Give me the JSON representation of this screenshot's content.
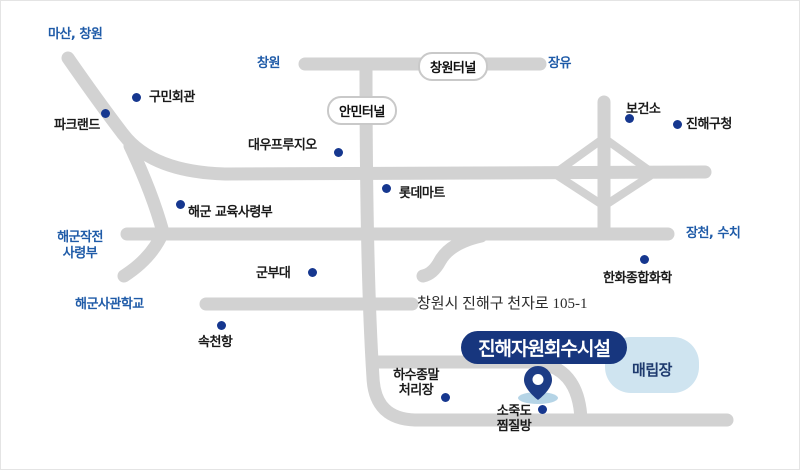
{
  "facility": {
    "name": "진해자원회수시설",
    "address": "창원시 진해구 천자로 105-1"
  },
  "landfill": {
    "label": "매립장"
  },
  "tunnels": [
    {
      "label": "창원터널"
    },
    {
      "label": "안민터널"
    }
  ],
  "destinations": [
    {
      "label": "마산, 창원"
    },
    {
      "label": "창원"
    },
    {
      "label": "장유"
    },
    {
      "label": "장천, 수치"
    },
    {
      "label": "해군작전\n사령부"
    },
    {
      "label": "해군사관학교"
    }
  ],
  "landmarks": [
    {
      "label": "구민회관"
    },
    {
      "label": "파크랜드"
    },
    {
      "label": "대우프루지오"
    },
    {
      "label": "보건소"
    },
    {
      "label": "진해구청"
    },
    {
      "label": "롯데마트"
    },
    {
      "label": "해군 교육사령부"
    },
    {
      "label": "군부대"
    },
    {
      "label": "한화종합화학"
    },
    {
      "label": "속천항"
    },
    {
      "label": "하수종말\n처리장"
    },
    {
      "label": "소죽도\n찜질방"
    }
  ],
  "map_marker": {
    "icon": "location-pin"
  },
  "colors": {
    "road": "#d2d2d2",
    "marker_dot": "#16378f",
    "destination_text": "#1f5ba8",
    "facility_badge_bg": "#17367e",
    "facility_badge_text": "#ffffff",
    "landfill_bg": "#cfe4f0",
    "landfill_text": "#1e3a6e",
    "pin": "#1d3c85",
    "pin_shadow": "#b5d4e6",
    "landmark_text": "#1a1a1a"
  }
}
